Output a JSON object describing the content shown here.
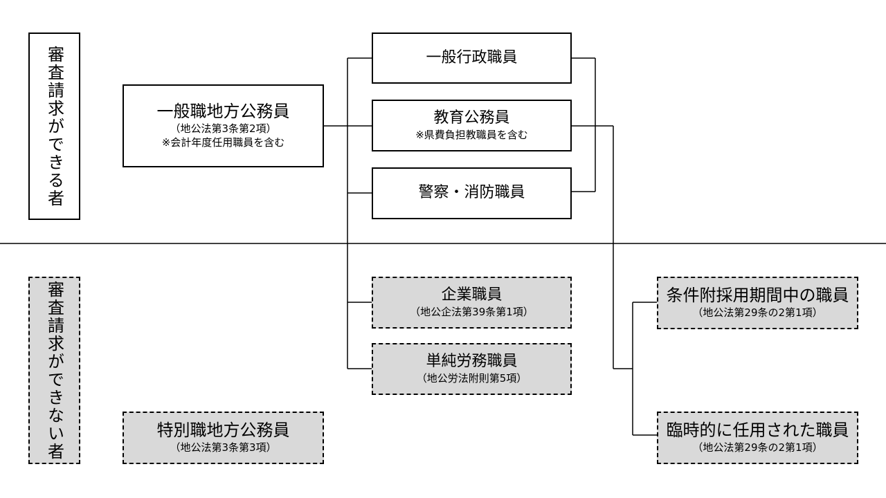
{
  "labels": {
    "can": "審査請求ができる者",
    "cannot": "審査請求ができない者"
  },
  "nodes": {
    "general": {
      "title": "一般職地方公務員",
      "sub1": "（地公法第3条第2項）",
      "sub2": "※会計年度任用職員を含む"
    },
    "admin": {
      "title": "一般行政職員"
    },
    "education": {
      "title": "教育公務員",
      "sub1": "※県費負担教職員を含む"
    },
    "police": {
      "title": "警察・消防職員"
    },
    "enterprise": {
      "title": "企業職員",
      "sub1": "（地公企法第39条第1項）"
    },
    "labor": {
      "title": "単純労務職員",
      "sub1": "（地公労法附則第5項）"
    },
    "special": {
      "title": "特別職地方公務員",
      "sub1": "（地公法第3条第3項）"
    },
    "probation": {
      "title": "条件附採用期間中の職員",
      "sub1": "（地公法第29条の2第1項）"
    },
    "temporary": {
      "title": "臨時的に任用された職員",
      "sub1": "（地公法第29条の2第1項）"
    }
  }
}
